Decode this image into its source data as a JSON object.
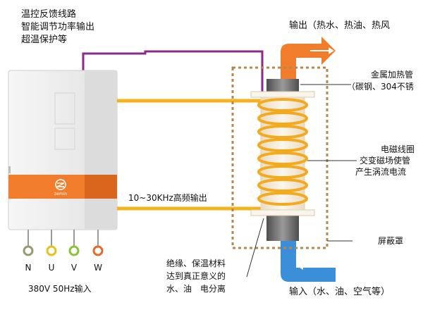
{
  "labels": {
    "feedback_line1": "温控反馈线路",
    "feedback_line2": "智能调节功率输出",
    "feedback_line3": "超温保护等",
    "output": "输出（热水、热油、热风",
    "metal_pipe_line1": "金属加热管",
    "metal_pipe_line2": "（碳钢、304不锈",
    "coil_line1": "电磁线圈",
    "coil_line2": "交变磁场使管",
    "coil_line3": "产生涡流电流",
    "shield": "屏蔽罩",
    "hf_output": "10~30KHz高频输出",
    "insulation_line1": "绝缘、保温材料",
    "insulation_line2": "达到真正意义的",
    "insulation_line3": "水、油　电分离",
    "input": "输入（水、油、空气等）",
    "terminal_n": "N",
    "terminal_u": "U",
    "terminal_v": "V",
    "terminal_w": "W",
    "power_input": "380V  50Hz输入",
    "logo_text": "zemin"
  },
  "colors": {
    "heater_body": "#ececec",
    "heater_band": "#f07c2c",
    "cable": "#f5b21b",
    "feedback_line": "#8a2a8a",
    "hot_arrow": "#f07c2c",
    "cold_arrow": "#3a8fd8",
    "shield_border": "#b9864a",
    "coil": "#f5a91c",
    "tube_core": "#f7f0e3",
    "pipe_metal": "#6f6f6f",
    "terminal_n": "#9a9a6a",
    "terminal_u": "#e6c21a",
    "terminal_v": "#8ac43a",
    "terminal_w": "#e46a2c"
  }
}
